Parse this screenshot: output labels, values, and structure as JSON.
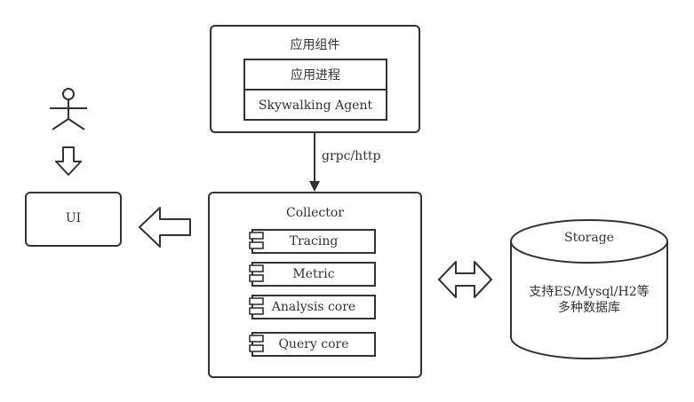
{
  "app_component": {
    "title": "应用组件",
    "process_label": "应用进程",
    "agent_label": "Skywalking Agent"
  },
  "connector_label": "grpc/http",
  "collector": {
    "title": "Collector",
    "modules": [
      {
        "label": "Tracing"
      },
      {
        "label": "Metric"
      },
      {
        "label": "Analysis core"
      },
      {
        "label": "Query core"
      }
    ]
  },
  "ui": {
    "label": "UI"
  },
  "storage": {
    "title": "Storage",
    "description_line1": "支持ES/Mysql/H2等",
    "description_line2": "多种数据库"
  },
  "colors": {
    "stroke": "#333333",
    "background": "#ffffff"
  }
}
